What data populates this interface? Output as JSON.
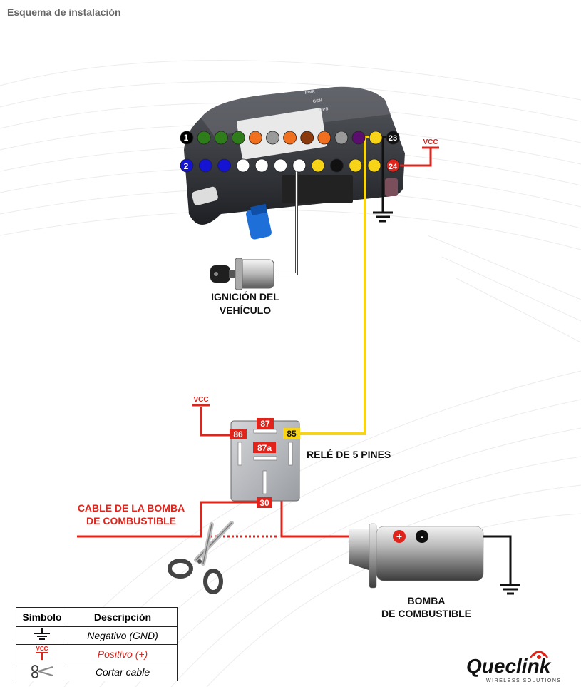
{
  "page": {
    "title": "Esquema de instalación"
  },
  "device": {
    "indicators": [
      "PWR",
      "GSM",
      "GPS"
    ],
    "pin_first": "1",
    "pin_second": "2",
    "pin_23": "23",
    "pin_24": "24",
    "row_top_colors": [
      "#000000",
      "#2e7d1a",
      "#2e7d1a",
      "#2e7d1a",
      "#f07020",
      "#9a9a9a",
      "#f07020",
      "#8b3a0e",
      "#f07020",
      "#9a9a9a",
      "#5a0f6e",
      "#f7d417",
      "#111111"
    ],
    "row_bottom_colors": [
      "#1414d2",
      "#1414d2",
      "#1414d2",
      "#ffffff",
      "#ffffff",
      "#ffffff",
      "#ffffff",
      "#f7d417",
      "#111111",
      "#f7d417",
      "#f7d417",
      "#e0241b"
    ]
  },
  "labels": {
    "vcc_top": "VCC",
    "vcc_relay": "VCC",
    "ignition_line1": "IGNICIÓN DEL",
    "ignition_line2": "VEHÍCULO",
    "relay_title": "RELÉ DE 5 PINES",
    "cable_line1": "CABLE DE LA BOMBA",
    "cable_line2": "DE COMBUSTIBLE",
    "pump_line1": "BOMBA",
    "pump_line2": "DE COMBUSTIBLE",
    "pump_plus": "+",
    "pump_minus": "-"
  },
  "relay": {
    "pins": [
      "87",
      "86",
      "85",
      "87a",
      "30"
    ]
  },
  "legend": {
    "header_symbol": "Símbolo",
    "header_description": "Descripción",
    "vcc_symbol": "VCC",
    "rows": [
      {
        "icon": "ground-icon",
        "description": "Negativo (GND)"
      },
      {
        "icon": "vcc-icon",
        "description": "Positivo (+)"
      },
      {
        "icon": "scissors-icon",
        "description": "Cortar cable"
      }
    ]
  },
  "brand": {
    "name": "Queclink",
    "tagline": "WIRELESS SOLUTIONS"
  },
  "colors": {
    "red": "#e0241b",
    "yellow": "#f7d417",
    "black": "#111111",
    "title_gray": "#666666"
  }
}
